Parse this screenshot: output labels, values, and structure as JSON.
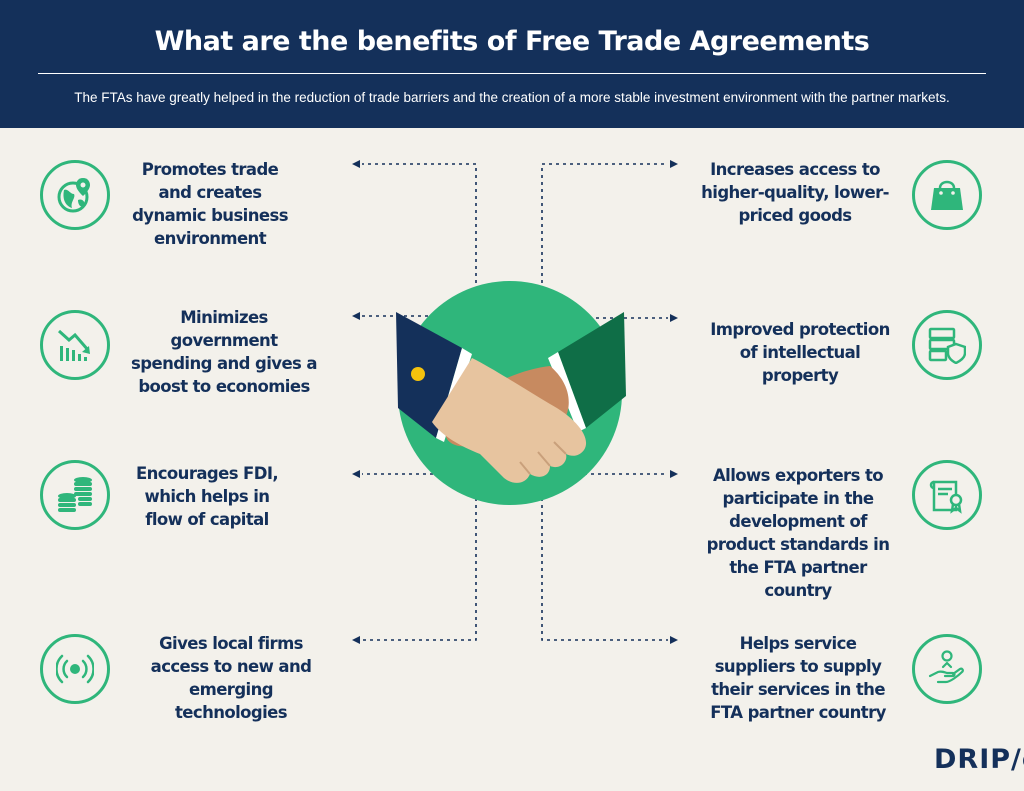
{
  "header": {
    "title": "What are the benefits of Free Trade Agreements",
    "subtitle": "The FTAs have greatly helped in the reduction of trade barriers and the creation of a more stable investment environment with the partner markets."
  },
  "benefits_left": [
    {
      "text": "Promotes trade and creates dynamic business environment",
      "icon": "globe-location-icon"
    },
    {
      "text": "Minimizes government spending and gives a boost to economies",
      "icon": "declining-chart-icon"
    },
    {
      "text": "Encourages FDI, which helps in flow of capital",
      "icon": "coin-stacks-icon"
    },
    {
      "text": "Gives local firms access to new and emerging technologies",
      "icon": "signal-waves-icon"
    }
  ],
  "benefits_right": [
    {
      "text": "Increases access to higher-quality, lower-priced goods",
      "icon": "shopping-bag-icon"
    },
    {
      "text": "Improved protection of intellectual property",
      "icon": "shield-server-icon"
    },
    {
      "text": "Allows exporters to participate in the development of product standards in the FTA partner country",
      "icon": "certificate-icon"
    },
    {
      "text": "Helps service suppliers to supply their services in the FTA partner country",
      "icon": "hand-coin-icon"
    }
  ],
  "brand": {
    "logo": "DRIP/c"
  },
  "colors": {
    "navy": "#14305a",
    "green": "#2fb67b",
    "background": "#f3f1eb"
  }
}
